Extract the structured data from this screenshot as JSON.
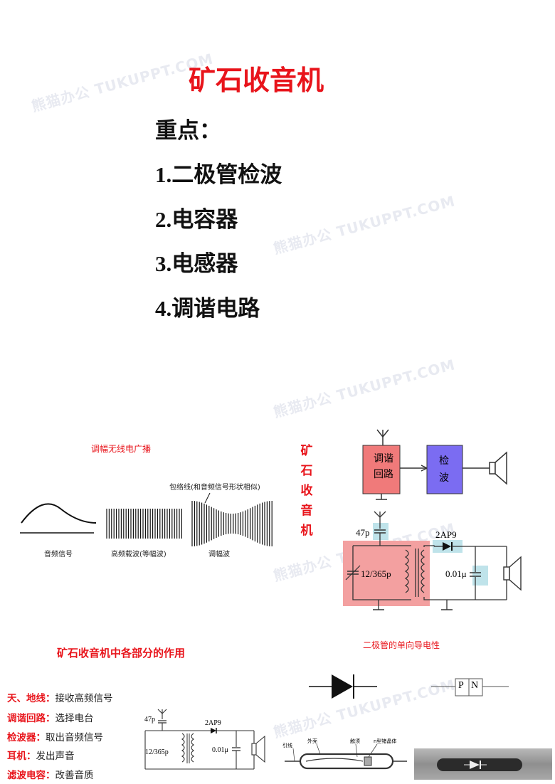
{
  "title": "矿石收音机",
  "points": {
    "heading": "重点：",
    "items": [
      {
        "num": "1.",
        "text": "二极管检波"
      },
      {
        "num": "2.",
        "text": "电容器"
      },
      {
        "num": "3.",
        "text": "电感器"
      },
      {
        "num": "4.",
        "text": "调谐电路"
      }
    ]
  },
  "watermark": "熊猫办公 TUKUPPT.COM",
  "am": {
    "title": "调幅无线电广播",
    "envelope_label": "包络线(和音频信号形状相似)",
    "captions": [
      "音频信号",
      "高频载波(等幅波)",
      "调幅波"
    ]
  },
  "vertical_title": [
    "矿",
    "石",
    "收",
    "音",
    "机"
  ],
  "block": {
    "tuning": [
      "调谐",
      "回路"
    ],
    "detect": [
      "检",
      "波"
    ]
  },
  "circuit": {
    "c1": "47p",
    "tuning_cap": "12/365p",
    "diode": "2AP9",
    "filter_cap": "0.01μ"
  },
  "parts": {
    "title": "矿石收音机中各部分的作用",
    "rows": [
      {
        "key": "天、地线",
        "val": "接收高频信号"
      },
      {
        "key": "调谐回路",
        "val": "选择电台"
      },
      {
        "key": "检波器",
        "val": "取出音频信号"
      },
      {
        "key": "耳机",
        "val": "发出声音"
      },
      {
        "key": "滤波电容",
        "val": "改善音质"
      }
    ]
  },
  "diode_section": {
    "title": "二极管的单向导电性",
    "p": "P",
    "n": "N",
    "parts_labels": [
      "引线",
      "外壳",
      "触须",
      "n型锗晶体"
    ]
  },
  "colors": {
    "accent_red": "#e8141b",
    "block_red": "#f07a7a",
    "block_blue": "#7b6cf2",
    "highlight": "#f3a0a0"
  }
}
